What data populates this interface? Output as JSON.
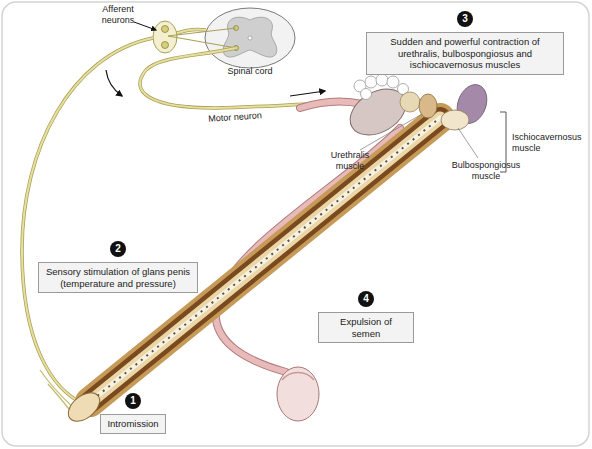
{
  "diagram": {
    "nodes": [
      {
        "text": [
          "3",
          "Sudden and powerful contraction of urethralis, bulbospongiosus and ischiocavernosus muscles"
        ]
      },
      {
        "text": [
          "2",
          "Sensory stimulation of glans penis (temperature and pressure)"
        ]
      },
      {
        "text": [
          "4",
          "Expulsion of semen"
        ]
      },
      {
        "text": [
          "1",
          "Intromission"
        ]
      }
    ],
    "labels": [
      "Afferent neurons",
      "Spinal cord",
      "Motor neuron",
      "Ischiocavernosus muscle",
      "Urethralis muscle",
      "Bulbospongiosus muscle"
    ]
  }
}
